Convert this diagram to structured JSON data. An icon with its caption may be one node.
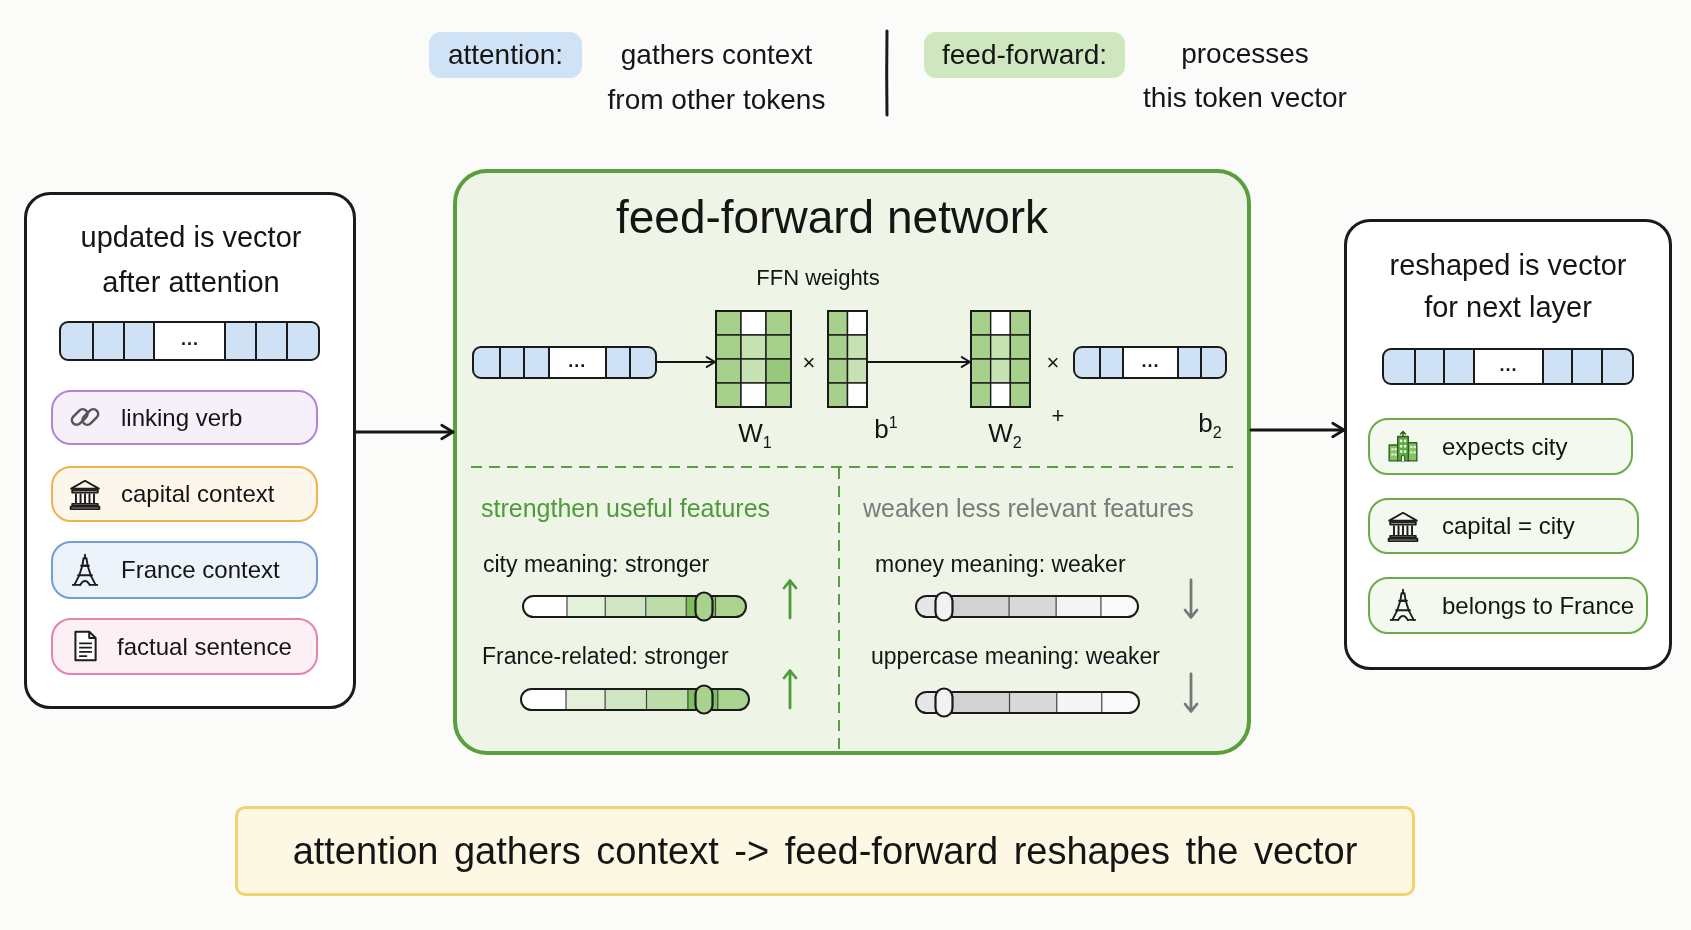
{
  "diagram": {
    "nodes": [
      {
        "text": [
          "attention:"
        ],
        "beside": [
          "gathers context from other tokens"
        ]
      },
      {
        "text": [
          "feed-forward:"
        ],
        "beside": [
          "processes this token vector"
        ]
      },
      {
        "text": [
          "updated is vector after attention"
        ]
      },
      {
        "text": [
          "..."
        ],
        "in": 2
      },
      {
        "text": [
          "linking verb"
        ],
        "in": 2
      },
      {
        "text": [
          "capital context"
        ],
        "in": 2
      },
      {
        "text": [
          "France context"
        ],
        "in": 2
      },
      {
        "text": [
          "factual sentence"
        ],
        "in": 2
      },
      {
        "text": [
          "feed-forward network"
        ]
      },
      {
        "text": [
          "..."
        ],
        "in": 8
      },
      {
        "text": [],
        "shape": "grid",
        "in": 8,
        "beside": [
          "W$_{1}$"
        ]
      },
      {
        "text": [],
        "shape": "grid",
        "in": 8,
        "beside": [
          "b$^{1}$"
        ]
      },
      {
        "text": [],
        "shape": "grid",
        "in": 8,
        "beside": [
          "W$_{2}$"
        ]
      },
      {
        "text": [
          "..."
        ],
        "in": 8,
        "beside": [
          "b$_{2}$"
        ]
      },
      {
        "text": [
          "reshaped is vector for next layer"
        ]
      },
      {
        "text": [
          "..."
        ],
        "in": 14
      },
      {
        "text": [
          "expects city"
        ],
        "in": 14
      },
      {
        "text": [
          "capital = city"
        ],
        "in": 14
      },
      {
        "text": [
          "belongs to France"
        ],
        "in": 14
      },
      {
        "text": [
          "attention gathers context -> feed-forward reshapes the vector"
        ]
      }
    ],
    "edges": [
      {
        "from": 2,
        "to": 8,
        "arrow": "to"
      },
      {
        "from": 9,
        "to": 10,
        "arrow": "to"
      },
      {
        "from": 11,
        "to": 12,
        "arrow": "to"
      },
      {
        "from": 8,
        "to": 14,
        "arrow": "to"
      }
    ],
    "labels": [
      "FFN weights",
      "×",
      "×",
      "+",
      "strengthen useful features",
      "weaken less relevant features",
      "city meaning: stronger",
      "money meaning: weaker",
      "France-related: stronger",
      "uppercase meaning: weaker"
    ]
  }
}
